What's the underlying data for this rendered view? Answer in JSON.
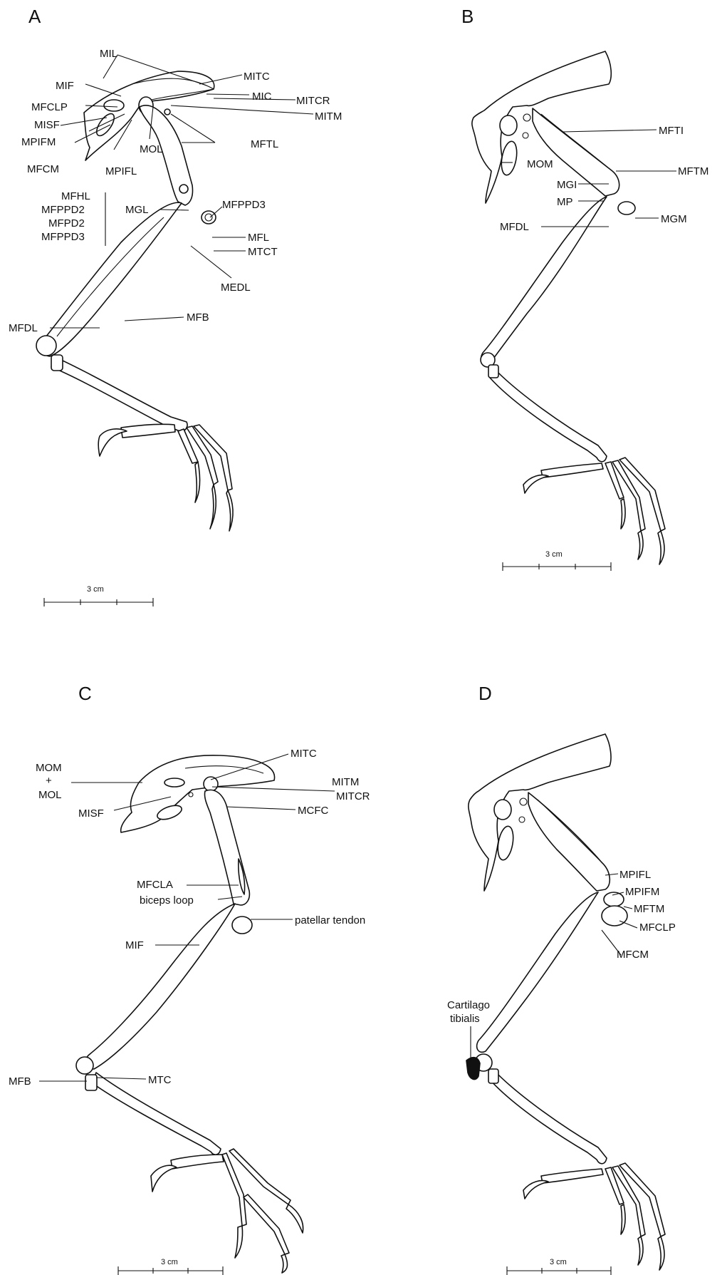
{
  "panels": {
    "A": {
      "title": "A",
      "labels": {
        "MIL": "MIL",
        "MIF": "MIF",
        "MFCLP": "MFCLP",
        "MISF": "MISF",
        "MPIFM": "MPIFM",
        "MFCM": "MFCM",
        "MPIFL": "MPIFL",
        "MOL": "MOL",
        "MITC": "MITC",
        "MIC": "MIC",
        "MITCR": "MITCR",
        "MITM": "MITM",
        "MFTL": "MFTL",
        "MFHL": "MFHL",
        "MFPPD2a": "MFPPD2",
        "MFPD2": "MFPD2",
        "MFPPD3a": "MFPPD3",
        "MGL": "MGL",
        "MFPPD3b": "MFPPD3",
        "MFL": "MFL",
        "MTCT": "MTCT",
        "MEDL": "MEDL",
        "MFB": "MFB",
        "MFDL": "MFDL"
      },
      "scale": "3 cm"
    },
    "B": {
      "title": "B",
      "labels": {
        "MFTI": "MFTI",
        "MOM": "MOM",
        "MFTM": "MFTM",
        "MGI": "MGI",
        "MP": "MP",
        "MGM": "MGM",
        "MFDL": "MFDL"
      },
      "scale": "3 cm"
    },
    "C": {
      "title": "C",
      "labels": {
        "MOM": "MOM",
        "plus": "+",
        "MOL": "MOL",
        "MITC": "MITC",
        "MITM": "MITM",
        "MITCR": "MITCR",
        "MISF": "MISF",
        "MCFC": "MCFC",
        "MFCLA": "MFCLA",
        "biceps": "biceps loop",
        "patellar": "patellar tendon",
        "MIF": "MIF",
        "MFB": "MFB",
        "MTC": "MTC"
      },
      "scale": "3 cm"
    },
    "D": {
      "title": "D",
      "labels": {
        "MPIFL": "MPIFL",
        "MPIFM": "MPIFM",
        "MFTM": "MFTM",
        "MFCLP": "MFCLP",
        "MFCM": "MFCM",
        "cart1": "Cartilago",
        "cart2": "tibialis"
      },
      "scale": "3 cm"
    }
  }
}
